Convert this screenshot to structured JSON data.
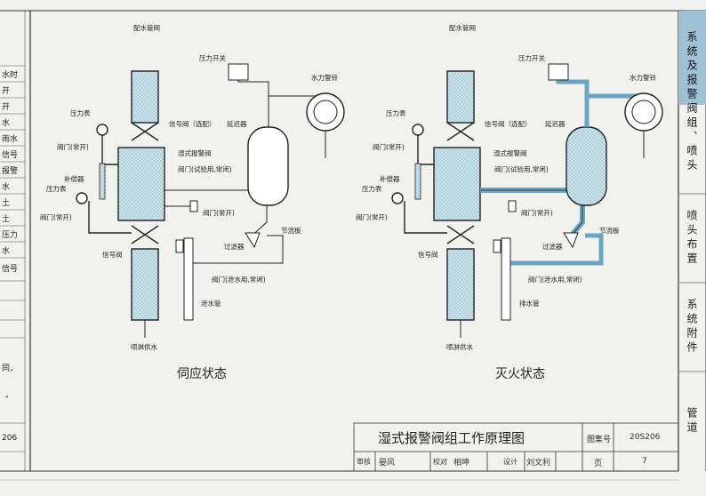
{
  "left_edge": {
    "rows": [
      "水时",
      "开",
      "开",
      "水",
      "雨水",
      "信号",
      "报警",
      "水",
      "土",
      "土",
      "压力",
      "水",
      "信号"
    ],
    "fragments": [
      "同，",
      "。",
      "206"
    ]
  },
  "right_tabs": [
    {
      "label": "系统及报警阀组、喷头",
      "active": true
    },
    {
      "label": "喷头布置",
      "active": false
    },
    {
      "label": "系统附件",
      "active": false
    },
    {
      "label": "管道",
      "active": false
    }
  ],
  "diagrams": [
    {
      "status": "伺应状态",
      "labels": {
        "top_valve": "配水管网",
        "pressure_switch": "压力开关",
        "water_bell": "水力警铃",
        "pressure_gauge_1": "压力表",
        "signal_valve_opt": "信号阀（选配）",
        "delay": "延迟器",
        "valve_open_1": "阀门(常开)",
        "alarm_valve": "湿式报警阀",
        "comp": "补偿器",
        "test_valve": "阀门(试验用,常闭)",
        "pressure_gauge_2": "压力表",
        "valve_open_2": "阀门(常开)",
        "valve_open_3": "阀门(常开)",
        "orifice": "节流板",
        "filter": "过滤器",
        "signal_valve": "信号阀",
        "drain_valve": "阀门(泄水用,常闭)",
        "drain_pipe": "泄水管",
        "supply": "喷淋供水"
      }
    },
    {
      "status": "灭火状态",
      "labels": {
        "top_valve": "配水管网",
        "pressure_switch": "压力开关",
        "water_bell": "水力警铃",
        "pressure_gauge_1": "压力表",
        "signal_valve_opt": "信号阀（选配）",
        "delay": "延迟器",
        "valve_open_1": "阀门(常开)",
        "alarm_valve": "湿式报警阀",
        "comp": "补偿器",
        "test_valve": "阀门(试验用,常闭)",
        "pressure_gauge_2": "压力表",
        "valve_open_2": "阀门(常开)",
        "valve_open_3": "阀门(常开)",
        "orifice": "节流板",
        "filter": "过滤器",
        "signal_valve": "信号阀",
        "drain_valve": "阀门(泄水用,常闭)",
        "drain_pipe": "排水管",
        "supply": "喷淋供水"
      }
    }
  ],
  "title_block": {
    "title": "湿式报警阀组工作原理图",
    "atlas_label": "图集号",
    "atlas_no": "20S206",
    "page_label": "页",
    "page_no": "7",
    "review_label": "审核",
    "reviewer": "晏风",
    "check_label": "校对",
    "checker": "相坤",
    "design_label": "设计",
    "designer": "刘文利"
  }
}
